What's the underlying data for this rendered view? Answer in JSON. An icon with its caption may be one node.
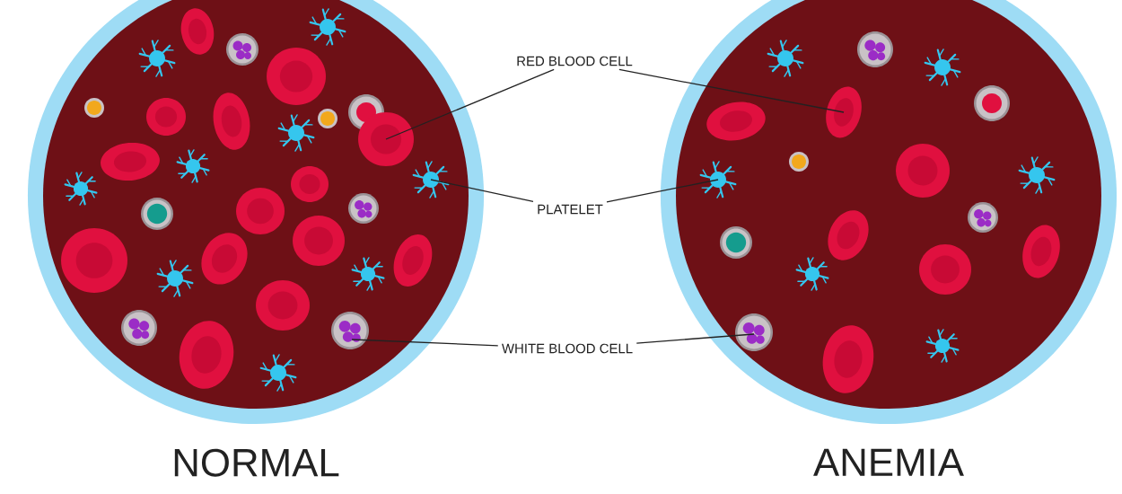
{
  "diagram": {
    "nodes": [
      {
        "text": [
          "NORMAL"
        ]
      },
      {
        "text": [
          "ANEMIA"
        ]
      },
      {
        "text": [
          "RED BLOOD CELL"
        ]
      },
      {
        "text": [
          "PLATELET"
        ]
      },
      {
        "text": [
          "WHITE BLOOD CELL"
        ]
      }
    ],
    "edges": [
      {
        "from": 2,
        "to": 0,
        "arrow": "none"
      },
      {
        "from": 2,
        "to": 1,
        "arrow": "none"
      },
      {
        "from": 3,
        "to": 0,
        "arrow": "none"
      },
      {
        "from": 3,
        "to": 1,
        "arrow": "none"
      },
      {
        "from": 4,
        "to": 0,
        "arrow": "none"
      },
      {
        "from": 4,
        "to": 1,
        "arrow": "none"
      }
    ]
  }
}
